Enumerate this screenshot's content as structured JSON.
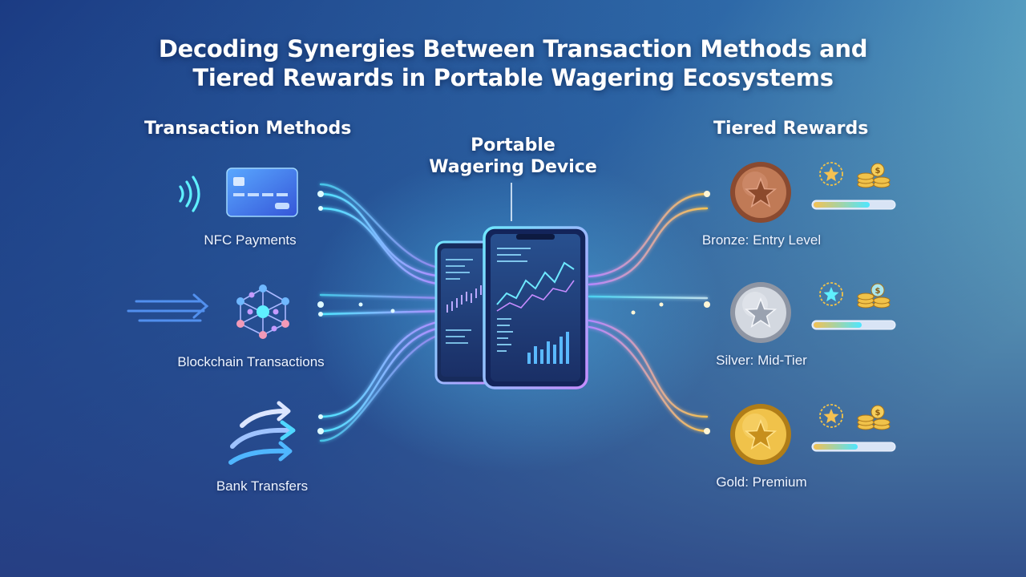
{
  "title": {
    "line1": "Decoding Synergies Between Transaction Methods and",
    "line2": "Tiered Rewards in Portable Wagering Ecosystems"
  },
  "left": {
    "heading": "Transaction Methods",
    "items": [
      {
        "label": "NFC Payments",
        "icon": "nfc-card-icon"
      },
      {
        "label": "Blockchain Transactions",
        "icon": "blockchain-network-icon"
      },
      {
        "label": "Bank Transfers",
        "icon": "transfer-arrows-icon"
      }
    ]
  },
  "center": {
    "line1": "Portable",
    "line2": "Wagering Device"
  },
  "right": {
    "heading": "Tiered Rewards",
    "tiers": [
      {
        "label": "Bronze: Entry Level",
        "medal": "bronze-medal-icon",
        "progress": 0.7
      },
      {
        "label": "Silver: Mid-Tier",
        "medal": "silver-medal-icon",
        "progress": 0.6
      },
      {
        "label": "Gold: Premium",
        "medal": "gold-medal-icon",
        "progress": 0.55
      }
    ]
  },
  "colors": {
    "bg_top_left": "#1c3f86",
    "bg_top_right": "#74cbd6",
    "bg_bottom": "#243f86",
    "cyan": "#4ee6ff",
    "violet": "#b487ff",
    "gold": "#f4c152",
    "bronze": "#b66a48",
    "silver": "#c9ced8"
  }
}
